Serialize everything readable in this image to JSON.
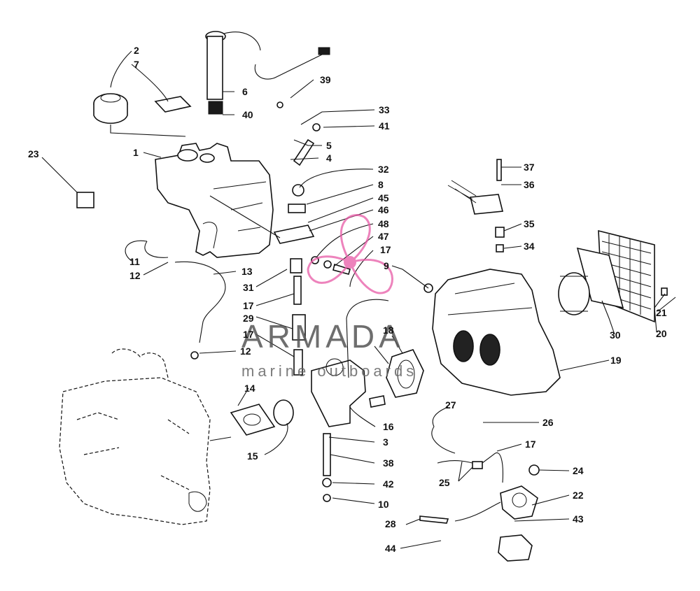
{
  "watermark": {
    "brand": "ARMADA",
    "tagline": "marine outboards",
    "accent_color": "#e85aa6"
  },
  "callouts": [
    "1",
    "2",
    "3",
    "4",
    "5",
    "6",
    "7",
    "8",
    "9",
    "10",
    "11",
    "12",
    "12",
    "13",
    "14",
    "15",
    "16",
    "17",
    "17",
    "17",
    "17",
    "18",
    "19",
    "20",
    "21",
    "22",
    "23",
    "24",
    "25",
    "26",
    "27",
    "28",
    "29",
    "30",
    "31",
    "32",
    "33",
    "34",
    "35",
    "36",
    "37",
    "38",
    "39",
    "40",
    "41",
    "42",
    "43",
    "44",
    "45",
    "46",
    "47",
    "48"
  ],
  "icons": [
    "fuel-tank-icon",
    "fuel-cap-icon",
    "fuel-gauge-sender-icon",
    "carburetor-icon",
    "air-silencer-icon",
    "fuel-pump-icon",
    "fuel-filter-icon",
    "engine-outline-icon",
    "screen-icon"
  ]
}
